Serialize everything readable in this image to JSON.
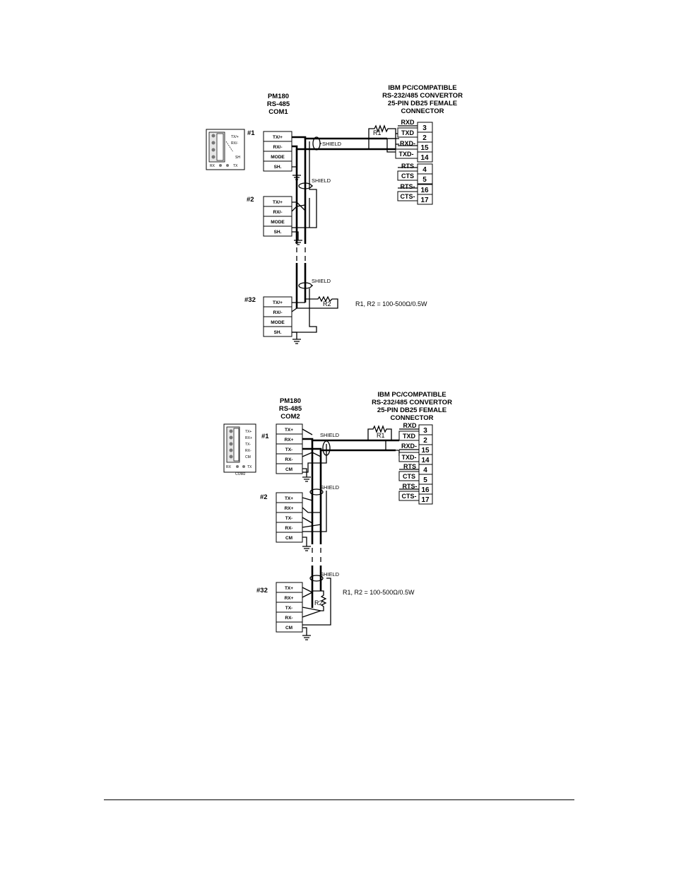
{
  "diagram1": {
    "meter_header": [
      "PM180",
      "RS-485",
      "COM1"
    ],
    "pc_header": [
      "IBM PC/COMPATIBLE",
      "RS-232/485 CONVERTOR",
      "25-PIN DB25 FEMALE",
      "CONNECTOR"
    ],
    "terminals": [
      "TX/+",
      "RX/-",
      "MODE",
      "SH."
    ],
    "device_labels": [
      "#1",
      "#2",
      "#32"
    ],
    "shield_label": "SHIELD",
    "r1_label": "R1",
    "r2_label": "R2",
    "note": "R1, R2 = 100-500Ω/0.5W",
    "connector_signals": [
      "RXD",
      "TXD",
      "RXD-",
      "TXD-",
      "RTS",
      "CTS",
      "RTS-",
      "CTS-"
    ],
    "connector_pins": [
      "3",
      "2",
      "15",
      "14",
      "4",
      "5",
      "16",
      "17"
    ],
    "module_labels": [
      "TX/+",
      "RX/-",
      "SH",
      "RX",
      "TX"
    ]
  },
  "diagram2": {
    "meter_header": [
      "PM180",
      "RS-485",
      "COM2"
    ],
    "pc_header": [
      "IBM PC/COMPATIBLE",
      "RS-232/485 CONVERTOR",
      "25-PIN DB25 FEMALE",
      "CONNECTOR"
    ],
    "terminals": [
      "TX+",
      "RX+",
      "TX-",
      "RX-",
      "CM"
    ],
    "device_labels": [
      "#1",
      "#2",
      "#32"
    ],
    "shield_label": "SHIELD",
    "r1_label": "R1",
    "r2_label": "R2",
    "note": "R1, R2 = 100-500Ω/0.5W",
    "connector_signals": [
      "RXD",
      "TXD",
      "RXD-",
      "TXD-",
      "RTS",
      "CTS",
      "RTS-",
      "CTS-"
    ],
    "connector_pins": [
      "3",
      "2",
      "15",
      "14",
      "4",
      "5",
      "16",
      "17"
    ],
    "module_labels": [
      "TX+",
      "RX+",
      "TX-",
      "RX-",
      "CM",
      "RX",
      "TX",
      "COM2"
    ]
  }
}
